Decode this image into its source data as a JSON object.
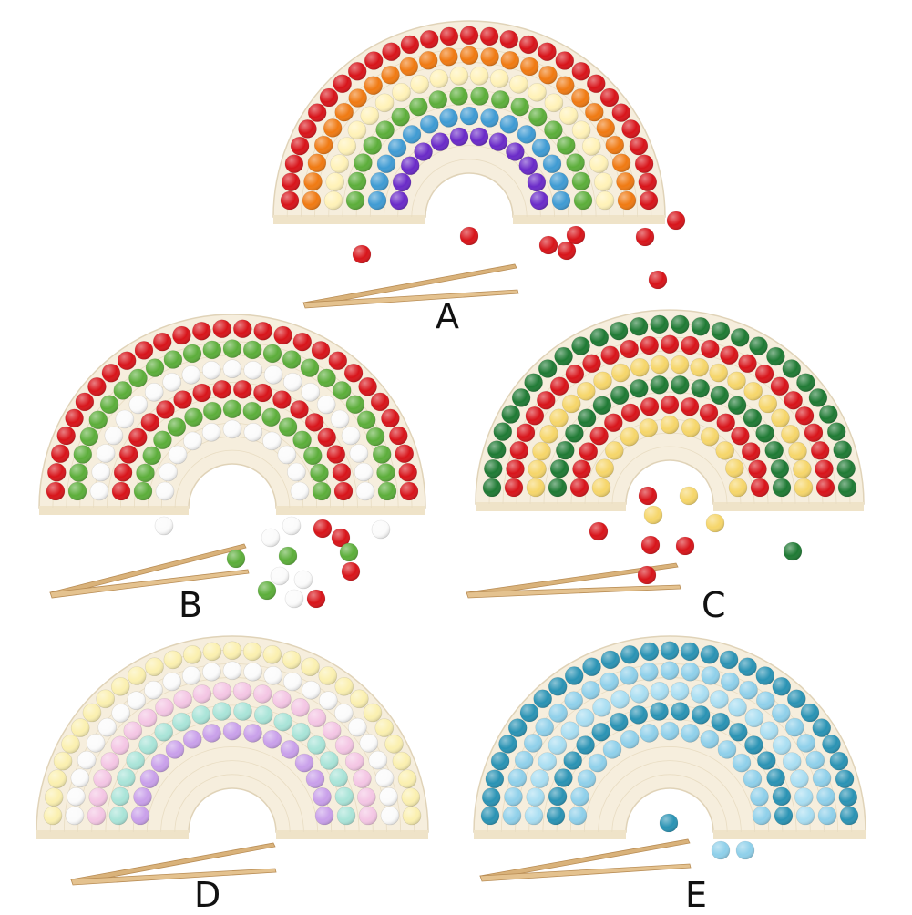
{
  "labels": {
    "a": "A",
    "b": "B",
    "c": "C",
    "d": "D",
    "e": "E"
  },
  "variants": [
    {
      "id": "A",
      "rows_outer_to_inner": [
        "red",
        "orange",
        "cream",
        "green",
        "blue",
        "purple"
      ],
      "loose_pompoms": [
        "red"
      ]
    },
    {
      "id": "B",
      "rows_outer_to_inner": [
        "red",
        "green",
        "white",
        "red",
        "green",
        "white"
      ],
      "loose_pompoms": [
        "white",
        "green",
        "red"
      ]
    },
    {
      "id": "C",
      "rows_outer_to_inner": [
        "green",
        "red",
        "yellow",
        "green",
        "red",
        "yellow"
      ],
      "loose_pompoms": [
        "red",
        "yellow",
        "green"
      ]
    },
    {
      "id": "D",
      "rows_outer_to_inner": [
        "pastel-yellow",
        "white",
        "pastel-pink",
        "mint",
        "lilac"
      ],
      "loose_pompoms": []
    },
    {
      "id": "E",
      "rows_outer_to_inner": [
        "teal",
        "light-blue",
        "sky-blue",
        "teal",
        "light-blue"
      ],
      "loose_pompoms": [
        "teal",
        "light-blue"
      ]
    }
  ],
  "colors": {
    "red": "#d8141a",
    "orange": "#f07a12",
    "cream": "#fff2b8",
    "green": "#5cae3a",
    "blue": "#3f9bd3",
    "purple": "#6a2ac8",
    "white": "#fbfbfb",
    "dark-green": "#1f7a34",
    "yellow": "#f6d66a",
    "pastel-yellow": "#fbf0b0",
    "pastel-pink": "#f4c6e4",
    "mint": "#a9e4d8",
    "lilac": "#c9a0ea",
    "teal": "#2a93b4",
    "light-blue": "#8fd0ea",
    "sky-blue": "#a9def2",
    "board": "#f6eedd",
    "tongs": "#d9b27a"
  }
}
